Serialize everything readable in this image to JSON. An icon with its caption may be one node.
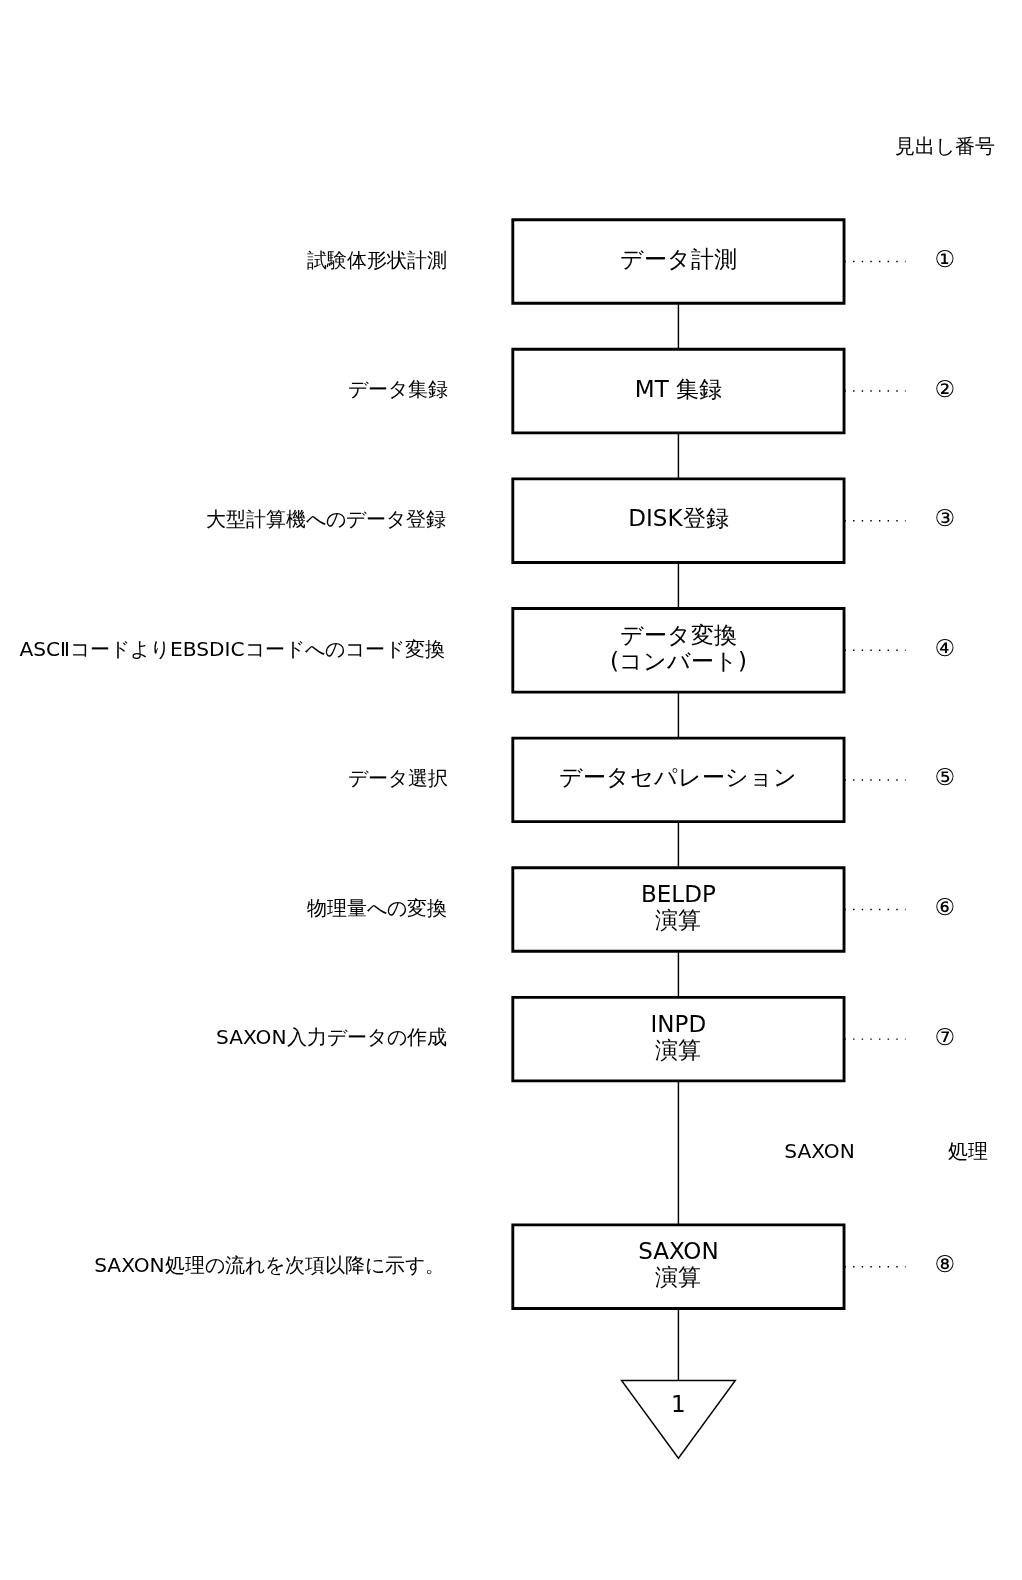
{
  "diagram": {
    "nodes": [
      {
        "text": [
          "データ計測"
        ],
        "beside": [
          "試験体形状計測"
        ]
      },
      {
        "text": [
          "MT 集録"
        ],
        "beside": [
          "データ集録"
        ]
      },
      {
        "text": [
          "DISK登録"
        ],
        "beside": [
          "大型計算機へのデータ登録"
        ]
      },
      {
        "text": [
          "データ変換",
          "(コンバート)"
        ],
        "beside": [
          "ASCⅡコードよりEBSDICコードへのコード変換"
        ]
      },
      {
        "text": [
          "データセパレーション"
        ],
        "beside": [
          "データ選択"
        ]
      },
      {
        "text": [
          "BELDP",
          "演算"
        ],
        "beside": [
          "物理量への変換"
        ]
      },
      {
        "text": [
          "INPD",
          "演算"
        ],
        "beside": [
          "SAXON入力データの作成"
        ]
      },
      {
        "text": [
          "SAXON",
          "演算"
        ],
        "beside": [
          "SAXON処理の流れを次項以降に示す。"
        ]
      },
      {
        "text": [
          "1"
        ]
      },
      {
        "text": [
          "①"
        ]
      },
      {
        "text": [
          "②"
        ]
      },
      {
        "text": [
          "③"
        ]
      },
      {
        "text": [
          "④"
        ]
      },
      {
        "text": [
          "⑤"
        ]
      },
      {
        "text": [
          "⑥"
        ]
      },
      {
        "text": [
          "⑦"
        ]
      },
      {
        "text": [
          "⑧"
        ]
      }
    ],
    "edges": [
      {
        "from": 0,
        "to": 1,
        "arrow": "none"
      },
      {
        "from": 1,
        "to": 2,
        "arrow": "none"
      },
      {
        "from": 2,
        "to": 3,
        "arrow": "none"
      },
      {
        "from": 3,
        "to": 4,
        "arrow": "none"
      },
      {
        "from": 4,
        "to": 5,
        "arrow": "none"
      },
      {
        "from": 5,
        "to": 6,
        "arrow": "none"
      },
      {
        "from": 6,
        "to": 7,
        "arrow": "none"
      },
      {
        "from": 7,
        "to": 8,
        "arrow": "none"
      },
      {
        "from": 9,
        "to": 0,
        "arrow": "none",
        "style": "dashed"
      },
      {
        "from": 10,
        "to": 1,
        "arrow": "none",
        "style": "dashed"
      },
      {
        "from": 11,
        "to": 2,
        "arrow": "none",
        "style": "dashed"
      },
      {
        "from": 12,
        "to": 3,
        "arrow": "none",
        "style": "dashed"
      },
      {
        "from": 13,
        "to": 4,
        "arrow": "none",
        "style": "dashed"
      },
      {
        "from": 14,
        "to": 5,
        "arrow": "none",
        "style": "dashed"
      },
      {
        "from": 15,
        "to": 6,
        "arrow": "none",
        "style": "dashed"
      },
      {
        "from": 16,
        "to": 7,
        "arrow": "none",
        "style": "dashed"
      }
    ],
    "labels": [
      "見出し番号",
      "SAXON",
      "処理"
    ]
  }
}
